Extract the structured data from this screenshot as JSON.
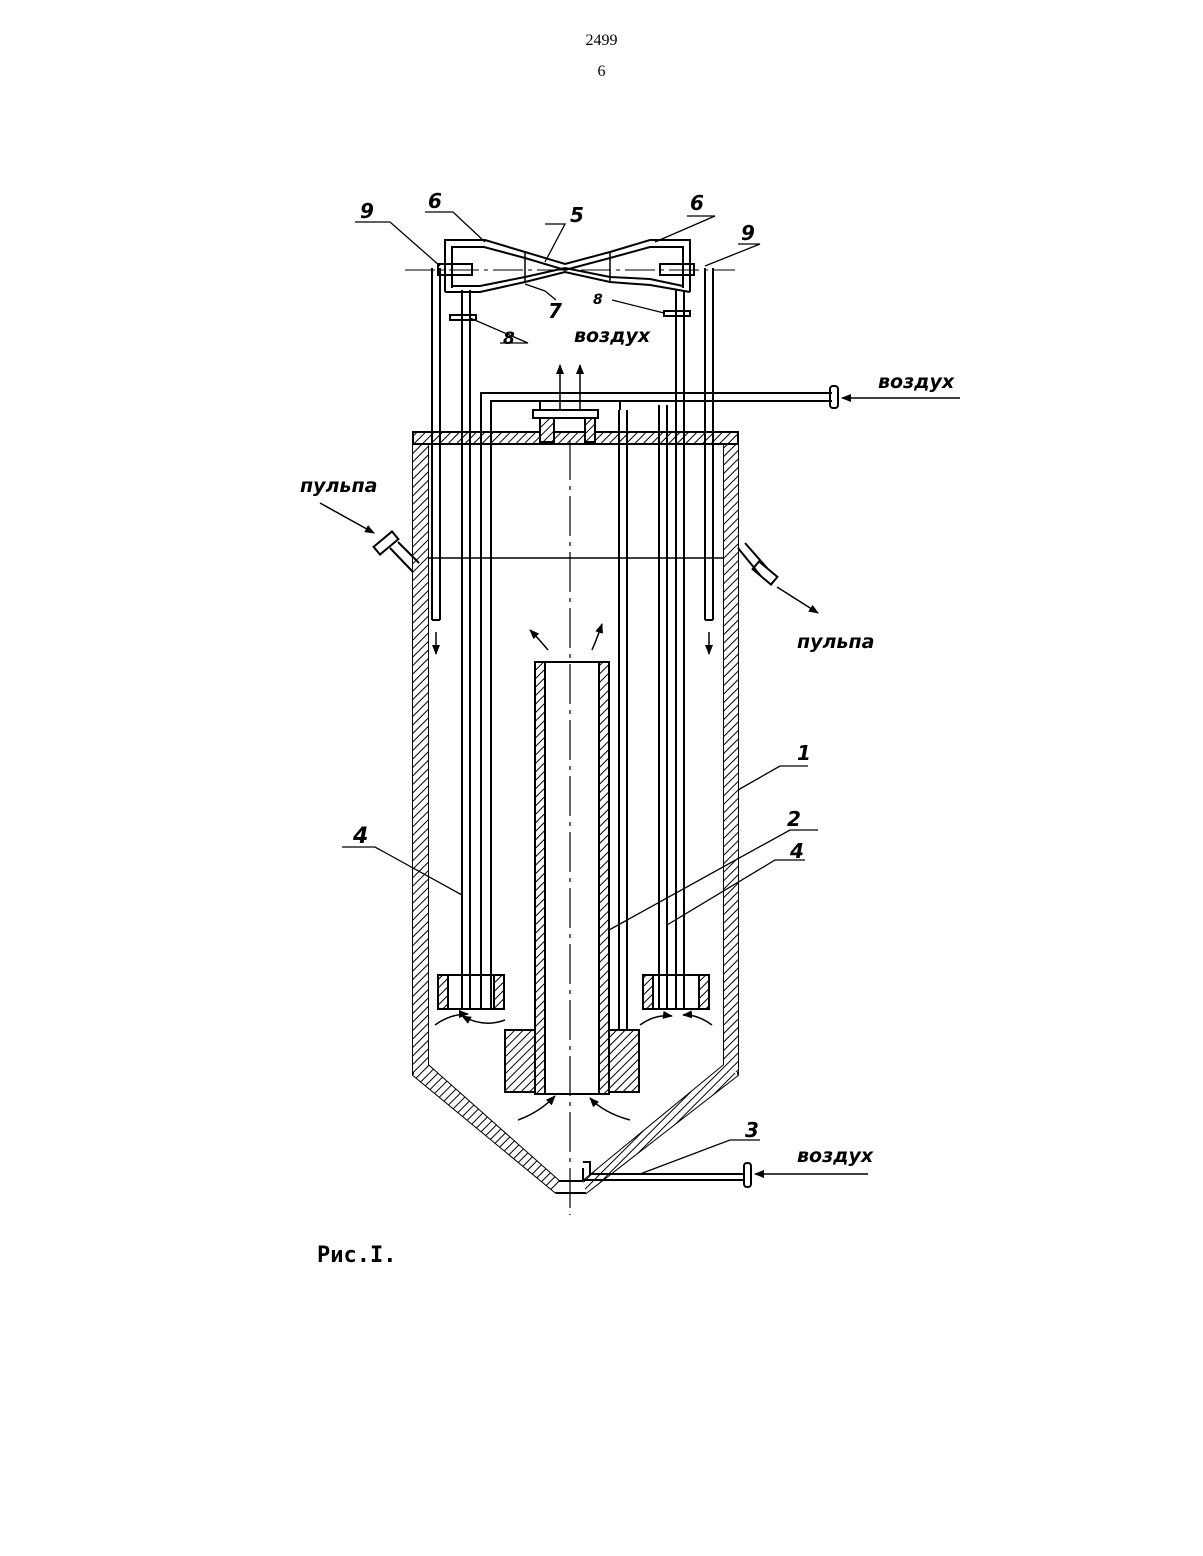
{
  "header": {
    "doc_number": "2499",
    "page_number": "6"
  },
  "figure": {
    "caption": "Рис.I.",
    "flows": {
      "air_out_top": "воздух",
      "air_in_side": "воздух",
      "air_in_bottom": "воздух",
      "pulp_in": "пульпа",
      "pulp_out": "пульпа"
    },
    "part_labels": {
      "vessel": "1",
      "central_pipe": "2",
      "bottom_air_pipe": "3",
      "aerator_left": "4",
      "aerator_right": "4",
      "ejector": "5",
      "ejector_nozzle_left": "6",
      "ejector_nozzle_right": "6",
      "ejector_throat": "7",
      "valve_left": "8",
      "valve_right": "8",
      "tap_left": "9",
      "tap_right": "9"
    }
  }
}
